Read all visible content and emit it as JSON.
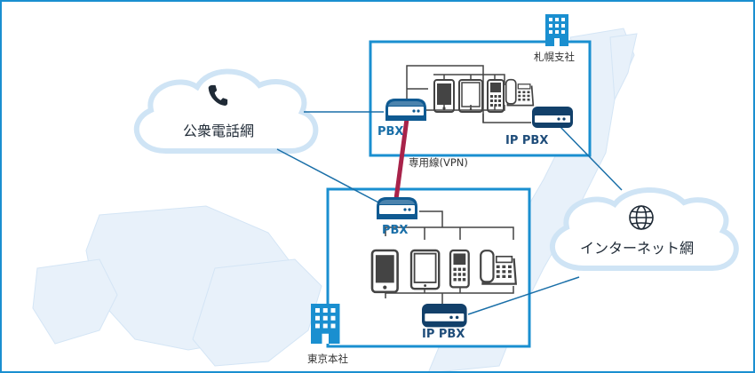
{
  "clouds": {
    "public": {
      "label": "公衆電話網",
      "icon": "phone-icon"
    },
    "internet": {
      "label": "インターネット網",
      "icon": "globe-icon"
    }
  },
  "sites": {
    "branch": {
      "label": "札幌支社",
      "pbx_label": "PBX",
      "ip_pbx_label": "IP PBX",
      "icon": "building-icon"
    },
    "head": {
      "label": "東京本社",
      "pbx_label": "PBX",
      "ip_pbx_label": "IP PBX",
      "icon": "building-icon"
    }
  },
  "links": {
    "vpn_label": "専用線(VPN)"
  },
  "colors": {
    "border": "#1a8fd0",
    "device": "#0f5a92",
    "vpn_line": "#a8234a",
    "connector": "#1a8fd0",
    "background_shapes": "#e8f1fa"
  }
}
